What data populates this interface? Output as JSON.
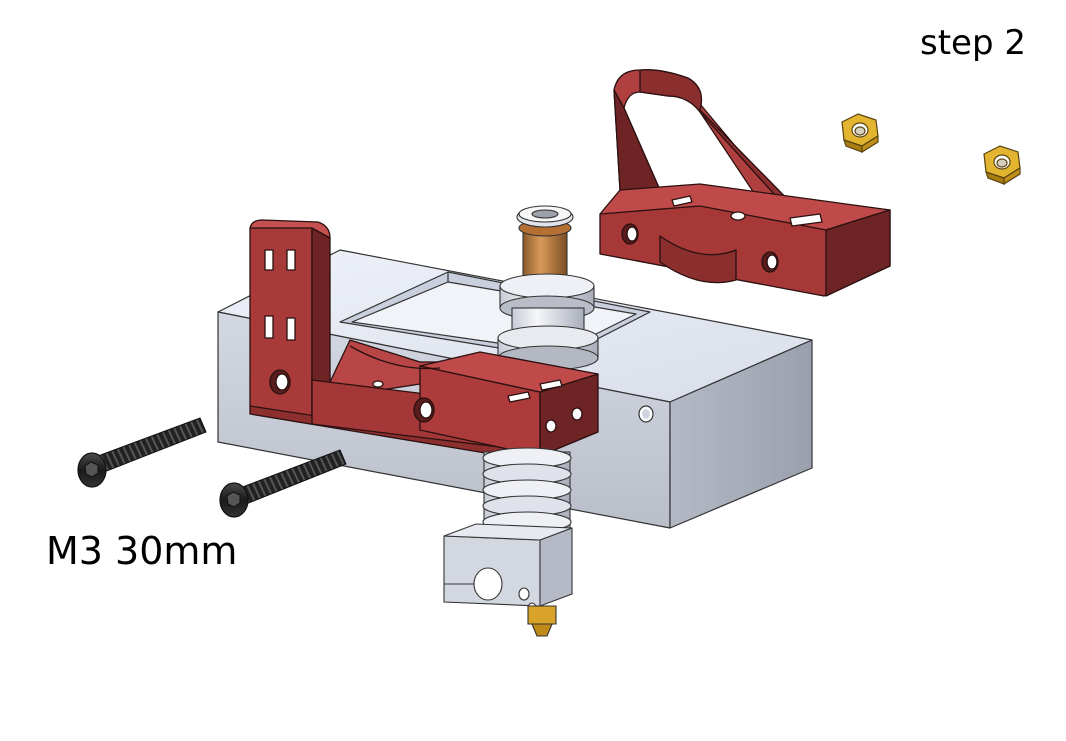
{
  "labels": {
    "step": "step 2",
    "screw": "M3 30mm"
  },
  "colors": {
    "part_red": "#a83a3a",
    "part_red_dark": "#6e2424",
    "housing_light": "#e7ebf4",
    "housing_mid": "#c4c9d5",
    "housing_dark": "#9da3b1",
    "brass": "#d8a92a",
    "screw_black": "#1c1c1c",
    "outline": "#222222"
  },
  "parts": [
    {
      "name": "housing-block",
      "kind": "aluminium-block"
    },
    {
      "name": "red-bracket-left",
      "kind": "printed-part"
    },
    {
      "name": "red-clamp-right",
      "kind": "printed-part"
    },
    {
      "name": "hotend",
      "kind": "hotend-assembly"
    },
    {
      "name": "hex-nut",
      "count": 2
    },
    {
      "name": "m3-screw",
      "count": 2
    }
  ]
}
